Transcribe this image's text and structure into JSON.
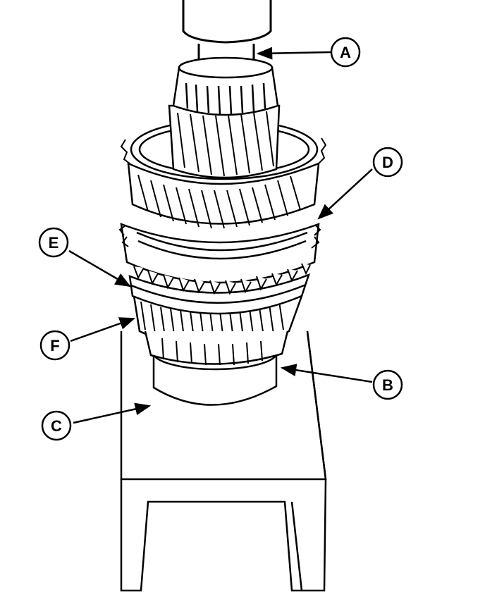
{
  "figure": {
    "callouts": {
      "a": "A",
      "b": "B",
      "c": "C",
      "d": "D",
      "e": "E",
      "f": "F"
    }
  },
  "colors": {
    "ink": "#000000",
    "paper": "#ffffff"
  }
}
